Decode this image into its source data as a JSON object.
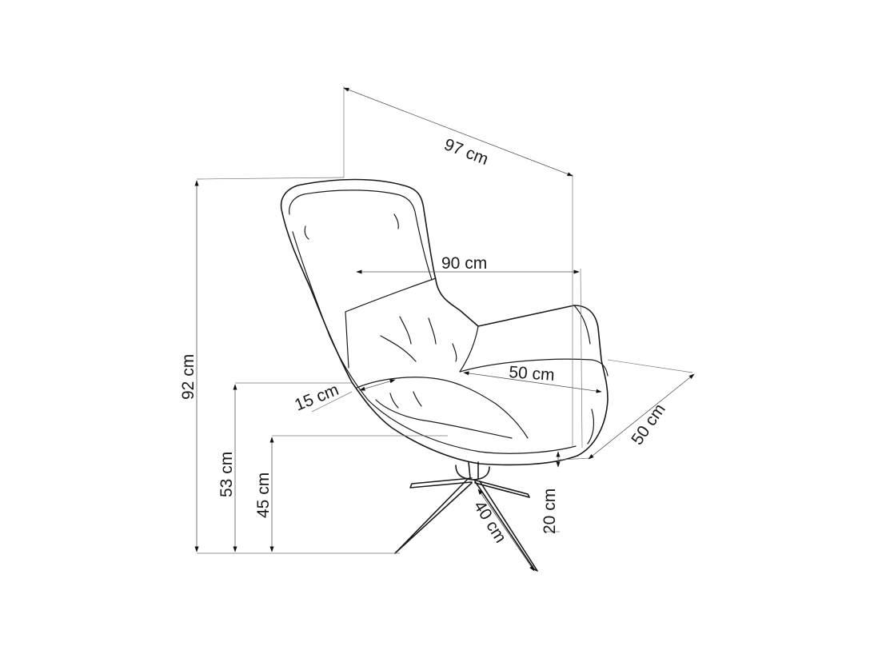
{
  "dimensions": {
    "depth_overall": "97 cm",
    "height_total": "92 cm",
    "width_overall": "90 cm",
    "seat_width": "50 cm",
    "seat_depth": "50 cm",
    "armrest_height": "53 cm",
    "seat_height": "45 cm",
    "armrest_width": "15 cm",
    "base_height": "20 cm",
    "base_leg": "40 cm"
  }
}
